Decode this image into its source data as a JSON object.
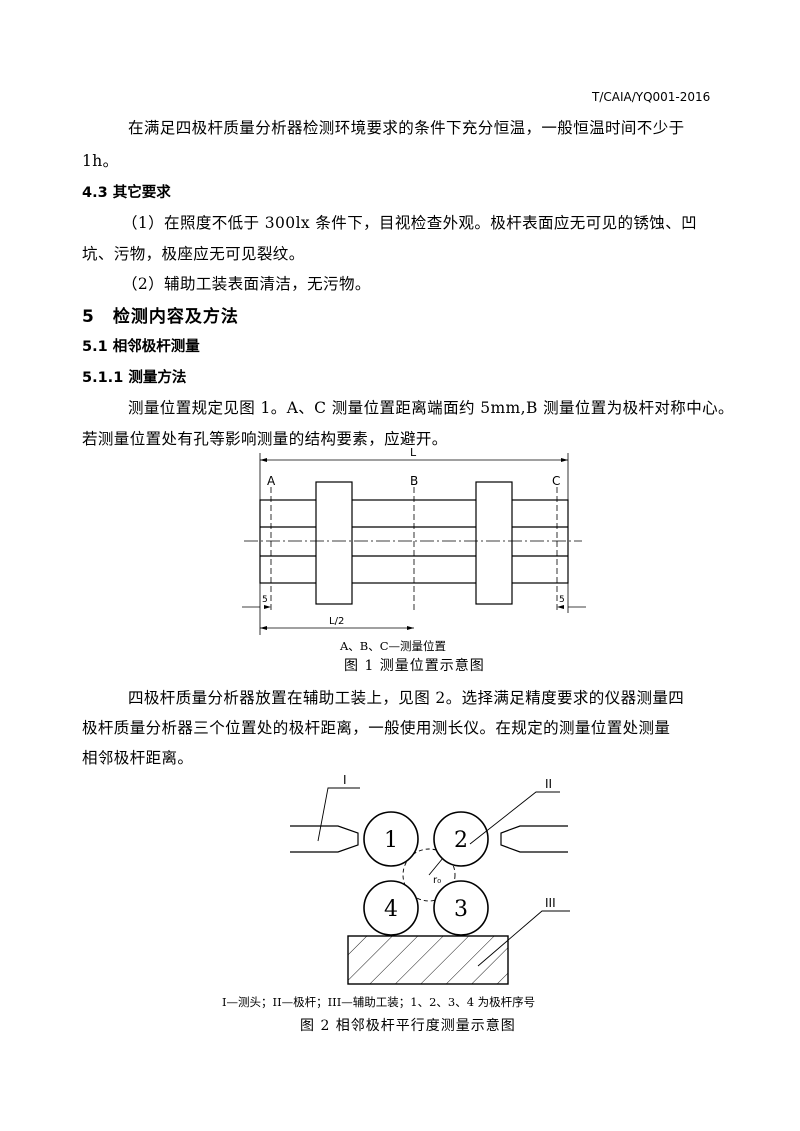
{
  "header": {
    "doc_id": "T/CAIA/YQ001-2016"
  },
  "paragraphs": {
    "p1_line1": "在满足四极杆质量分析器检测环境要求的条件下充分恒温，一般恒温时间不少于",
    "p1_line2": "1h。",
    "h43": "4.3 其它要求",
    "req1_line1": "（1）在照度不低于 300lx 条件下，目视检查外观。极杆表面应无可见的锈蚀、凹",
    "req1_line2": "坑、污物，极座应无可见裂纹。",
    "req2": "（2）辅助工装表面清洁，无污物。",
    "h5": "5　检测内容及方法",
    "h51": "5.1 相邻极杆测量",
    "h511": "5.1.1 测量方法",
    "p2_line1": "测量位置规定见图 1。A、C 测量位置距离端面约 5mm,B 测量位置为极杆对称中心。",
    "p2_line2": "若测量位置处有孔等影响测量的结构要素，应避开。",
    "p3_line1": "四极杆质量分析器放置在辅助工装上，见图 2。选择满足精度要求的仪器测量四",
    "p3_line2": "极杆质量分析器三个位置处的极杆距离，一般使用测长仪。在规定的测量位置处测量",
    "p3_line3": "相邻极杆距离。"
  },
  "figure1": {
    "label_L": "L",
    "label_A": "A",
    "label_B": "B",
    "label_C": "C",
    "label_5_left": "5",
    "label_5_right": "5",
    "label_L2": "L/2",
    "legend": "A、B、C—测量位置",
    "caption": "图 1  测量位置示意图"
  },
  "figure2": {
    "label_I": "I",
    "label_II": "II",
    "label_III": "III",
    "label_r0": "r₀",
    "rod_1": "1",
    "rod_2": "2",
    "rod_3": "3",
    "rod_4": "4",
    "legend": "I—测头；II—极杆；III—辅助工装；1、2、3、4 为极杆序号",
    "caption": "图 2  相邻极杆平行度测量示意图"
  }
}
